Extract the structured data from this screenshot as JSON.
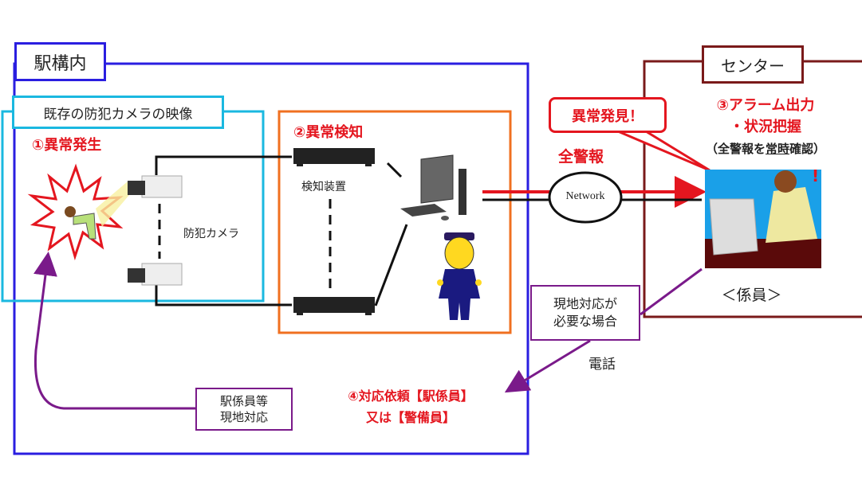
{
  "station_area": {
    "label": "駅構内"
  },
  "camera_area": {
    "label": "既存の防犯カメラの映像",
    "step1": "①異常発生",
    "camera_label": "防犯カメラ"
  },
  "detection_area": {
    "step2": "②異常検知",
    "device_label": "検知装置"
  },
  "network": {
    "label": "Network",
    "alert_label": "全警報"
  },
  "center": {
    "label": "センター",
    "bubble": "異常発見！",
    "step3_line1": "③アラーム出力",
    "step3_line2": "・状況把握",
    "step3_line3_pre": "（全警報を",
    "step3_line3_under": "常時",
    "step3_line3_post": "確認）",
    "staff_label": "＜係員＞"
  },
  "condition_box": {
    "line1": "現地対応が",
    "line2": "必要な場合"
  },
  "phone_label": "電話",
  "step4": {
    "line1": "④対応依頼【駅係員】",
    "line2": "又は【警備員】"
  },
  "onsite_box": {
    "line1": "駅係員等",
    "line2": "現地対応"
  },
  "colors": {
    "station": "#2a1ee0",
    "camera": "#1ab8e0",
    "detection": "#f07020",
    "center": "#7a1a1a",
    "alert": "#e4161f",
    "flow": "#7a1a8a"
  }
}
